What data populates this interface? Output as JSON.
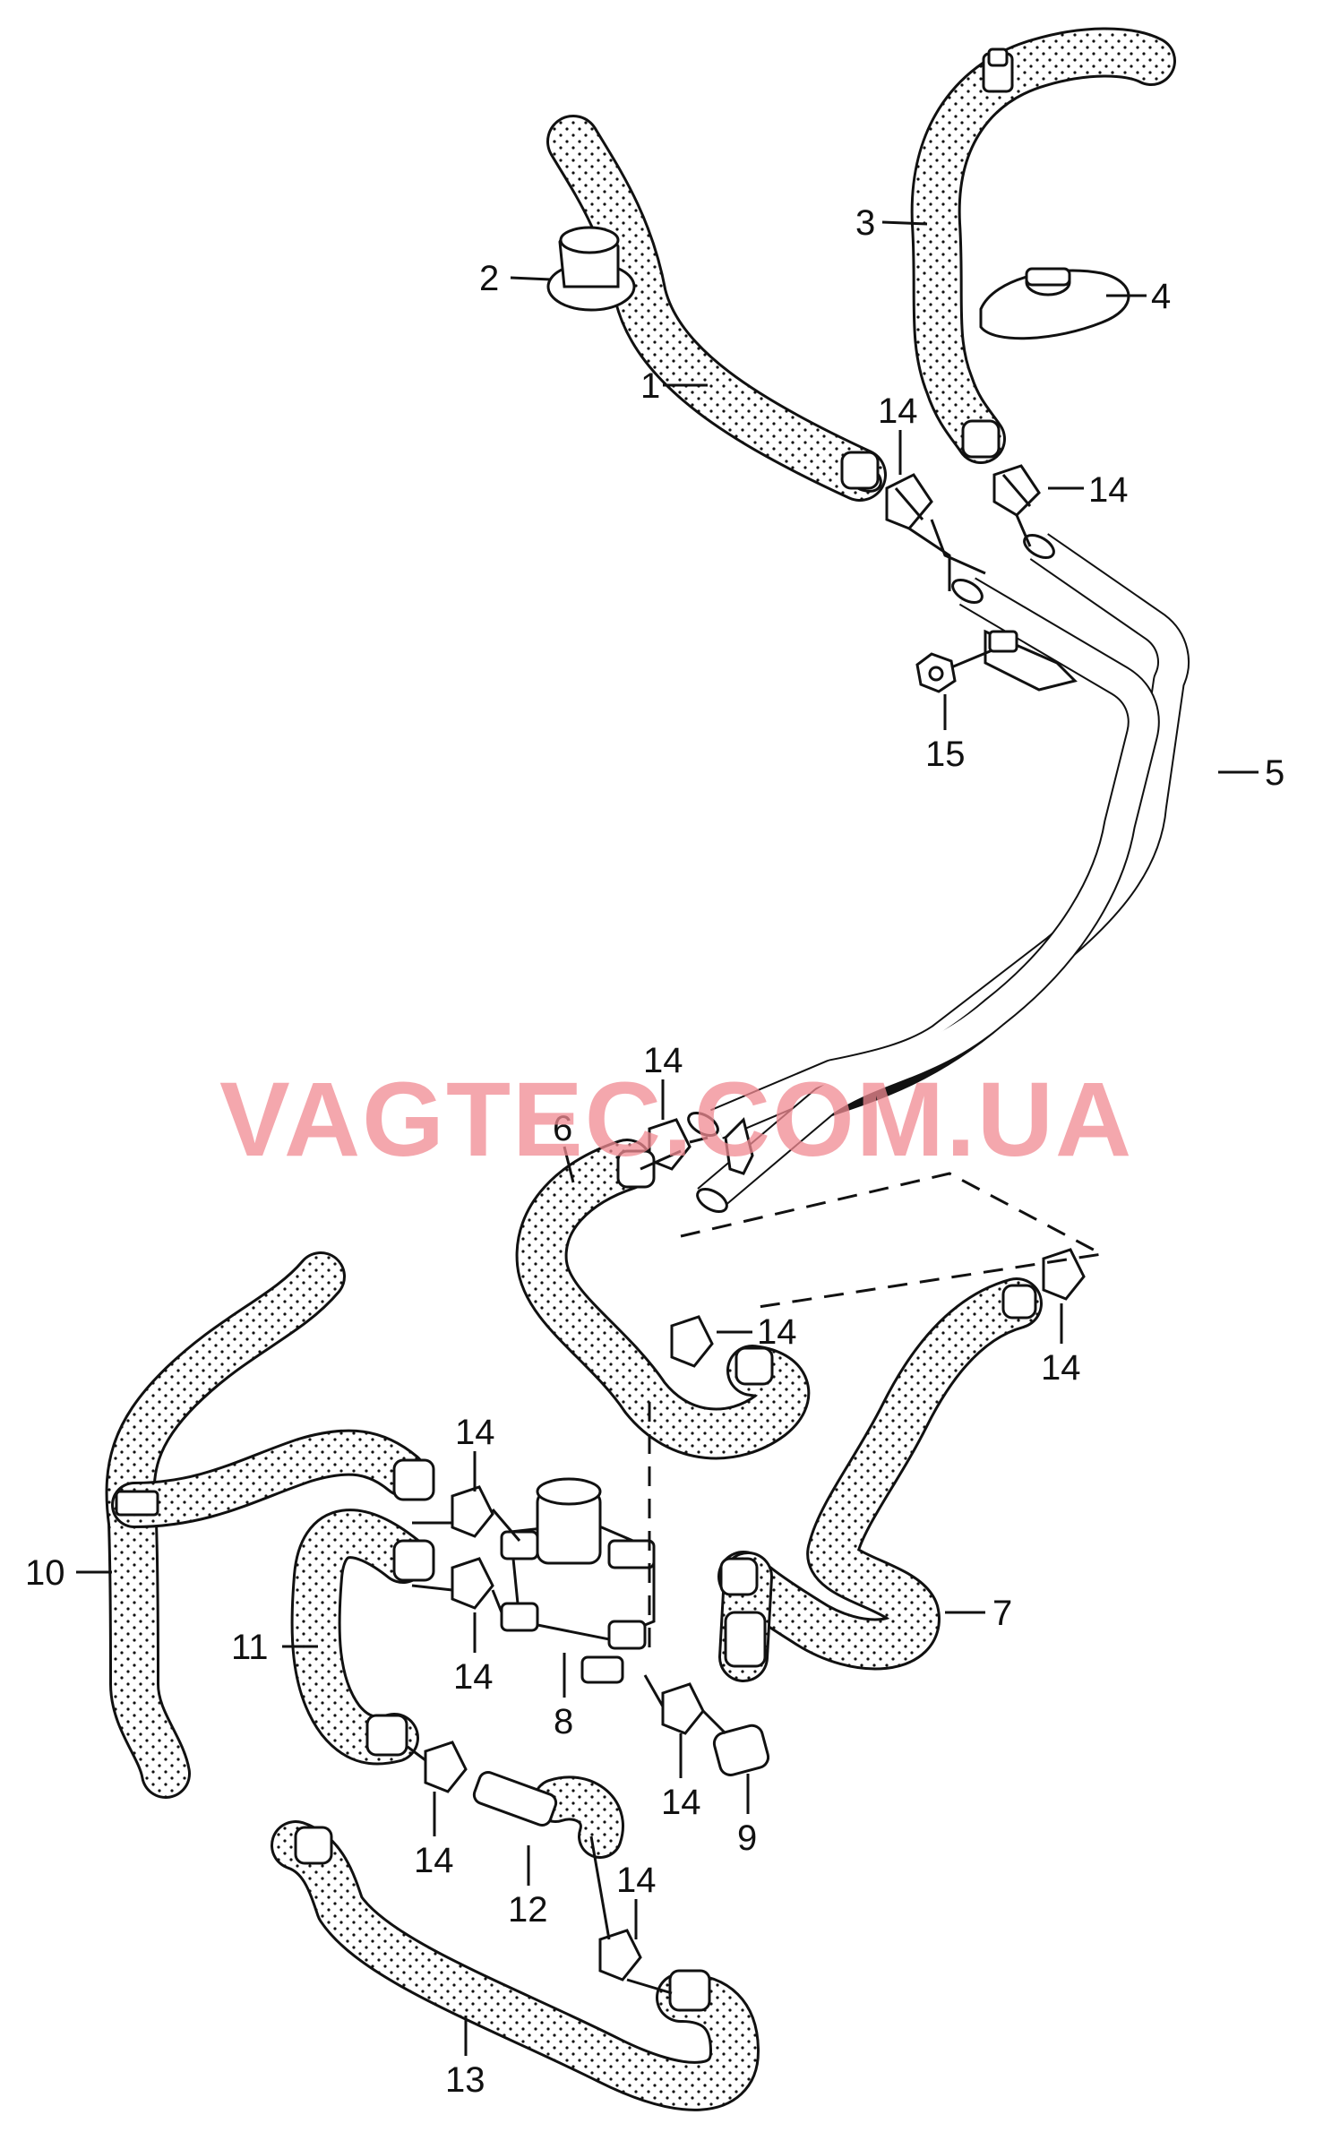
{
  "diagram": {
    "watermark": "VAGTEC.COM.UA",
    "colors": {
      "watermark": "#f08a92",
      "line": "#111111",
      "hose_fill": "url(#dots)"
    },
    "labels": [
      {
        "id": "l2",
        "text": "2"
      },
      {
        "id": "l1",
        "text": "1"
      },
      {
        "id": "l3",
        "text": "3"
      },
      {
        "id": "l4",
        "text": "4"
      },
      {
        "id": "l14a",
        "text": "14"
      },
      {
        "id": "l14b",
        "text": "14"
      },
      {
        "id": "l15",
        "text": "15"
      },
      {
        "id": "l5",
        "text": "5"
      },
      {
        "id": "l14c",
        "text": "14"
      },
      {
        "id": "l6",
        "text": "6"
      },
      {
        "id": "l14d",
        "text": "14"
      },
      {
        "id": "l14e",
        "text": "14"
      },
      {
        "id": "l14f",
        "text": "14"
      },
      {
        "id": "l10",
        "text": "10"
      },
      {
        "id": "l11",
        "text": "11"
      },
      {
        "id": "l14g",
        "text": "14"
      },
      {
        "id": "l8",
        "text": "8"
      },
      {
        "id": "l7",
        "text": "7"
      },
      {
        "id": "l14h",
        "text": "14"
      },
      {
        "id": "l9",
        "text": "9"
      },
      {
        "id": "l14i",
        "text": "14"
      },
      {
        "id": "l12",
        "text": "12"
      },
      {
        "id": "l14j",
        "text": "14"
      },
      {
        "id": "l13",
        "text": "13"
      }
    ]
  }
}
